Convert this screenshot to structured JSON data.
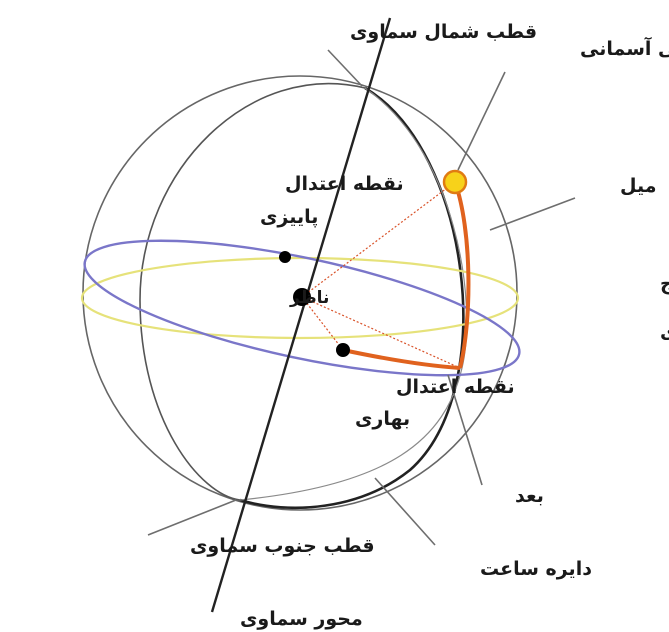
{
  "labels": {
    "north_pole": "قطب شمال سماوی",
    "celestial_object": "شی آسمانی",
    "declination": "میل",
    "autumnal_equinox_line1": "نقطه اعتدال",
    "autumnal_equinox_line2": "پاییزی",
    "observer": "ناظر",
    "ecliptic": "دایره‌البروج",
    "celestial_equator": "استوای سماوی",
    "vernal_equinox_line1": "نقطه اعتدال",
    "vernal_equinox_line2": "بهاری",
    "right_ascension": "بعد",
    "south_pole": "قطب جنوب سماوی",
    "hour_circle": "دایره ساعت",
    "celestial_axis": "محور سماوی"
  },
  "colors": {
    "sphere": "#555555",
    "axis": "#222222",
    "ecliptic": "#e6e27a",
    "equator": "#7a76c9",
    "declination_arc": "#e0621e",
    "dotted_lines": "#d9532a",
    "object_fill": "#f7d21a",
    "object_stroke": "#e07b12"
  }
}
